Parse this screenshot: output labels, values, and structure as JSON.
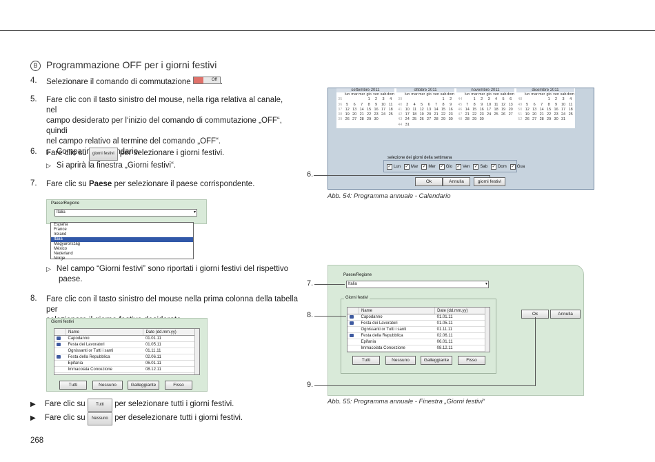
{
  "section": {
    "marker": "B",
    "title": "Programmazione OFF per i giorni festivi"
  },
  "steps": [
    {
      "num": "4.",
      "text": "Selezionare il comando di commutazione",
      "off_label": "Off",
      "tail": "."
    },
    {
      "num": "5.",
      "lines": [
        "Fare clic con il tasto sinistro del mouse, nella riga relativa al canale, nel",
        "campo desiderato per l‘inizio del comando di commutazione „OFF“, quindi",
        "nel campo relativo al termine del comando „OFF“."
      ],
      "sub": "Comparirà il calendario."
    },
    {
      "num": "6.",
      "pre": "Fare clic su",
      "btn": "giorni festivi",
      "post": "per selezionare i giorni festivi.",
      "sub": "Si aprirà la finestra „Giorni festivi“."
    },
    {
      "num": "7.",
      "pre": "Fare clic su",
      "bold": "Paese",
      "post": "per selezionare il paese corrispondente."
    },
    {
      "num": "8.",
      "lines": [
        "Fare clic con il tasto sinistro del mouse nella prima colonna della tabella per",
        "selezionare il giorno festivo desiderato."
      ]
    }
  ],
  "sub_note": [
    "Nel campo “Giorni festivi” sono riportati i giorni festivi del rispettivo",
    "paese."
  ],
  "bullets": [
    {
      "pre": "Fare clic su",
      "btn": "Tutti",
      "post": "per selezionare tutti i giorni festivi."
    },
    {
      "pre": "Fare clic su",
      "btn": "Nessuno",
      "post": "per deselezionare tutti i giorni festivi."
    }
  ],
  "page_number": "268",
  "country_panel": {
    "label": "Paese/Regione",
    "selected": "Italia",
    "options": [
      "España",
      "France",
      "Ireland",
      "Italia",
      "Magyarország",
      "México",
      "Nederland",
      "Norge"
    ],
    "highlighted": "Italia"
  },
  "holidays_panel": {
    "label": "Giorni festivi",
    "col_name": "Name",
    "col_date": "Date (dd.mm.yy)",
    "rows": [
      {
        "flag": true,
        "name": "Capodanno",
        "date": "01.01.11"
      },
      {
        "flag": true,
        "name": "Festa dei Lavoratori",
        "date": "01.05.11"
      },
      {
        "flag": false,
        "name": "Ognissanti or Tutti i santi",
        "date": "01.11.11"
      },
      {
        "flag": true,
        "name": "Festa della Repubblica",
        "date": "02.06.11"
      },
      {
        "flag": false,
        "name": "Epifania",
        "date": "06.01.11"
      },
      {
        "flag": false,
        "name": "Immacolata Concezione",
        "date": "08.12.11"
      }
    ],
    "buttons": [
      "Tutti",
      "Nessuno",
      "Galleggiante",
      "Fisso"
    ]
  },
  "calendar": {
    "months": [
      {
        "name": "settembre",
        "year": "2011"
      },
      {
        "name": "ottobre",
        "year": "2011"
      },
      {
        "name": "novembre",
        "year": "2011"
      },
      {
        "name": "dicembre",
        "year": "2011"
      }
    ],
    "weekdays": [
      "lun",
      "mar",
      "mer",
      "gio",
      "ven",
      "sab",
      "dom"
    ],
    "weekday_section": "selezione dei giorni della settimana",
    "weekday_checks": [
      "Lun",
      "Mar",
      "Mer",
      "Gio",
      "Ven",
      "Sab",
      "Dom",
      "Gua"
    ],
    "buttons": [
      "Ok",
      "Annulla",
      "giorni festivi"
    ],
    "caption": "Abb. 54:  Programma annuale - Calendario",
    "callout": "6."
  },
  "fig55": {
    "country_label": "Paese/Regione",
    "country_value": "Italia",
    "ok": "Ok",
    "cancel": "Annulla",
    "caption": "Abb. 55:  Programma annuale - Finestra „Giorni festivi“",
    "callouts": [
      "7.",
      "8.",
      "9."
    ]
  },
  "colors": {
    "panel_green": "#d9ead9",
    "calendar_blue": "#c7d3de",
    "highlight": "#3158a8",
    "off_red": "#e0716a"
  }
}
